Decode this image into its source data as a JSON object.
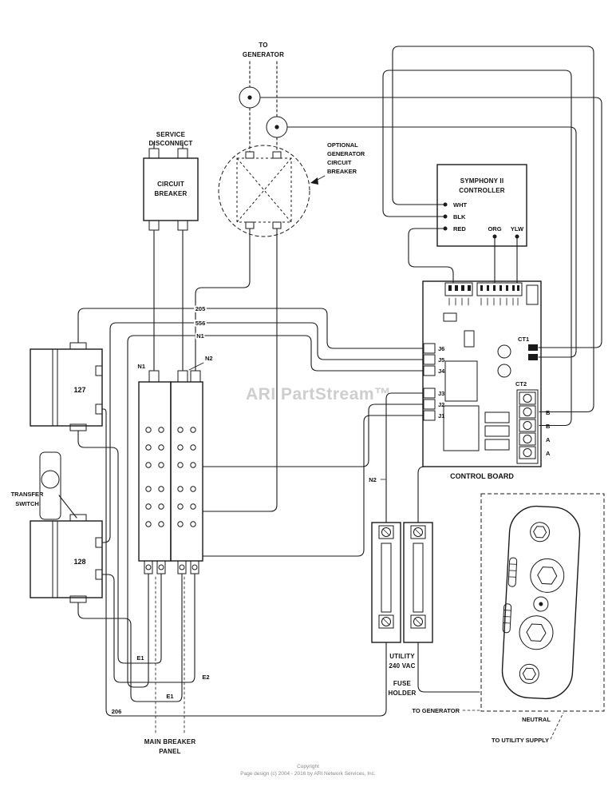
{
  "colors": {
    "line": "#1a1a1a",
    "background": "#ffffff",
    "watermark": "#c3c3c3"
  },
  "watermark": "ARI PartStream™",
  "generator_input": {
    "line1": "TO",
    "line2": "GENERATOR"
  },
  "service_disconnect": {
    "title_line1": "SERVICE",
    "title_line2": "DISCONNECT",
    "box_line1": "CIRCUIT",
    "box_line2": "BREAKER"
  },
  "optional_breaker": {
    "line1": "OPTIONAL",
    "line2": "GENERATOR",
    "line3": "CIRCUIT",
    "line4": "BREAKER"
  },
  "controller": {
    "title_line1": "SYMPHONY II",
    "title_line2": "CONTROLLER",
    "terminal1": "WHT",
    "terminal2": "BLK",
    "terminal3": "RED",
    "terminal4": "ORG",
    "terminal5": "YLW"
  },
  "control_board": {
    "title": "CONTROL BOARD",
    "connectors": [
      "J6",
      "J5",
      "J4",
      "J3",
      "J2",
      "J1"
    ],
    "ct1": "CT1",
    "ct2": "CT2",
    "terminal_labels": [
      "B",
      "B",
      "A",
      "A"
    ]
  },
  "transfer_switch": {
    "title_line1": "TRANSFER",
    "title_line2": "SWITCH",
    "coil_top": "127",
    "coil_bottom": "128"
  },
  "breaker_panel": {
    "title_line1": "MAIN BREAKER",
    "title_line2": "PANEL",
    "n1": "N1",
    "n2": "N2"
  },
  "fuse_holder": {
    "line1": "UTILITY",
    "line2": "240 VAC",
    "line3": "FUSE",
    "line4": "HOLDER"
  },
  "neutral": {
    "label": "NEUTRAL",
    "to_generator": "TO GENERATOR",
    "to_utility": "TO UTILITY SUPPLY"
  },
  "wire_labels": {
    "w205": "205",
    "w556": "556",
    "n1": "N1",
    "n2": "N2",
    "e1a": "E1",
    "e2": "E2",
    "e1b": "E1",
    "w206": "206"
  },
  "footer": {
    "line1": "Copyright",
    "line2": "Page design (c) 2004 - 2016 by ARI Network Services, Inc."
  }
}
